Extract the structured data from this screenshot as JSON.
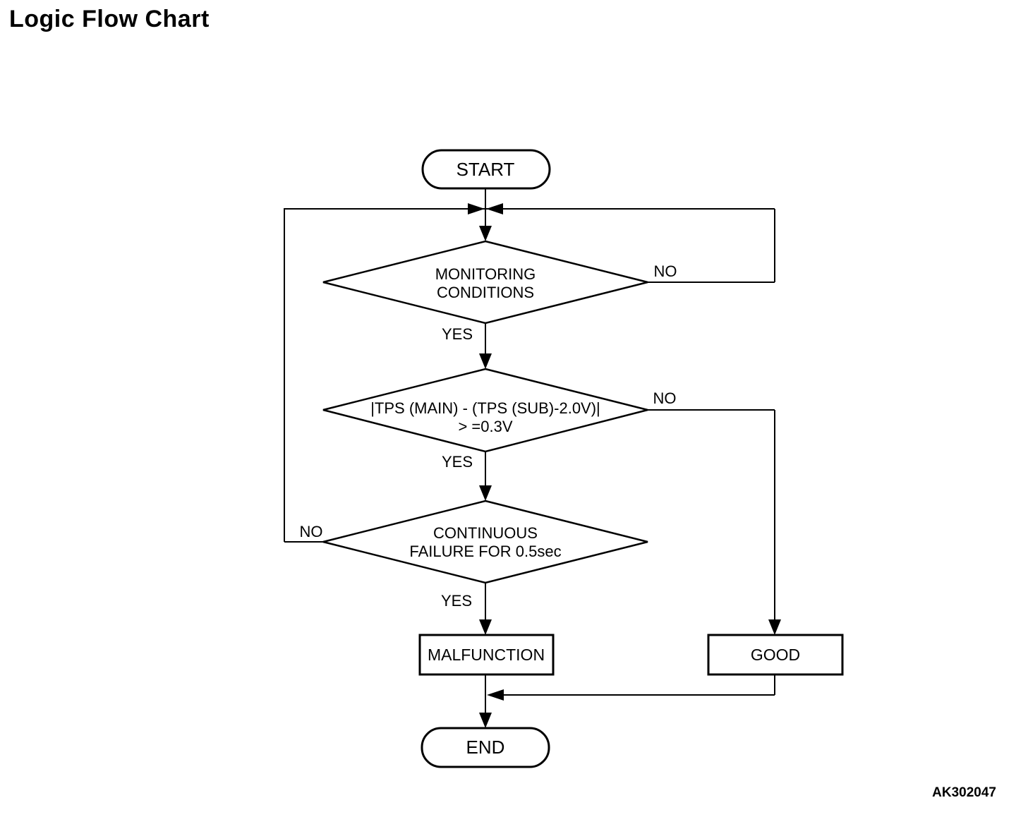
{
  "page": {
    "title": "Logic Flow Chart",
    "figure_code": "AK302047",
    "background_color": "#ffffff",
    "line_color": "#000000",
    "text_color": "#000000"
  },
  "flowchart": {
    "start": {
      "label": "START"
    },
    "decision_monitoring": {
      "line1": "MONITORING",
      "line2": "CONDITIONS",
      "yes_label": "YES",
      "no_label": "NO"
    },
    "decision_tps": {
      "line1": "|TPS (MAIN) - (TPS (SUB)-2.0V)|",
      "line2": "> =0.3V",
      "yes_label": "YES",
      "no_label": "NO"
    },
    "decision_failure": {
      "line1": "CONTINUOUS",
      "line2": "FAILURE FOR 0.5sec",
      "yes_label": "YES",
      "no_label": "NO"
    },
    "malfunction": {
      "label": "MALFUNCTION"
    },
    "good": {
      "label": "GOOD"
    },
    "end": {
      "label": "END"
    }
  }
}
